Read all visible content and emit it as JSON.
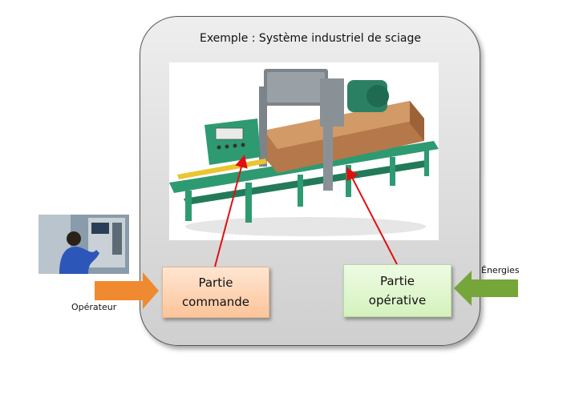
{
  "title": "Exemple : Système industriel de sciage",
  "boxes": {
    "commande": {
      "line1": "Partie",
      "line2": "commande"
    },
    "operative": {
      "line1": "Partie",
      "line2": "opérative"
    }
  },
  "labels": {
    "operateur": "Opérateur",
    "energies": "Énergies"
  },
  "colors": {
    "commande_fill": "#fcd3b0",
    "operative_fill": "#dff5cc",
    "operateur_arrow": "#f08a30",
    "energies_arrow": "#76a53a",
    "pointer_arrow": "#e01010",
    "machine_frame": "#2e9a72"
  }
}
